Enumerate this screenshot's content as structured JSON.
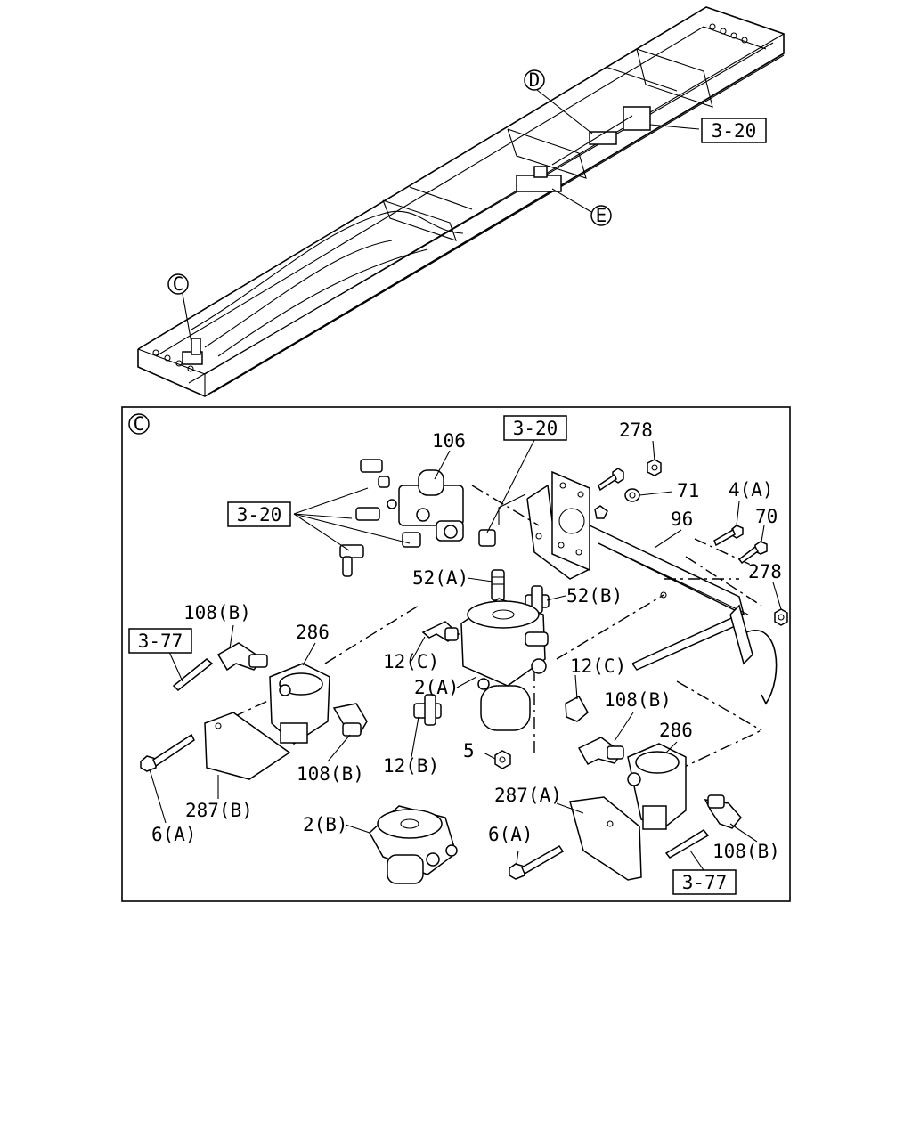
{
  "overview": {
    "callouts": {
      "c": "C",
      "d": "D",
      "e": "E"
    },
    "ref_3_20": "3-20"
  },
  "detail": {
    "marker": "C",
    "refs": {
      "r320_top": "3-20",
      "r320_left": "3-20",
      "r377_left": "3-77",
      "r377_right": "3-77"
    },
    "labels": {
      "l106": "106",
      "l278a": "278",
      "l71": "71",
      "l4a": "4(A)",
      "l96": "96",
      "l70": "70",
      "l278b": "278",
      "l52a": "52(A)",
      "l52b": "52(B)",
      "l108b_1": "108(B)",
      "l286_1": "286",
      "l12c_1": "12(C)",
      "l12c_2": "12(C)",
      "l2a": "2(A)",
      "l108b_2": "108(B)",
      "l286_2": "286",
      "l5": "5",
      "l12b": "12(B)",
      "l108b_3": "108(B)",
      "l287b": "287(B)",
      "l6a_1": "6(A)",
      "l287a": "287(A)",
      "l2b": "2(B)",
      "l6a_2": "6(A)",
      "l108b_4": "108(B)"
    }
  }
}
